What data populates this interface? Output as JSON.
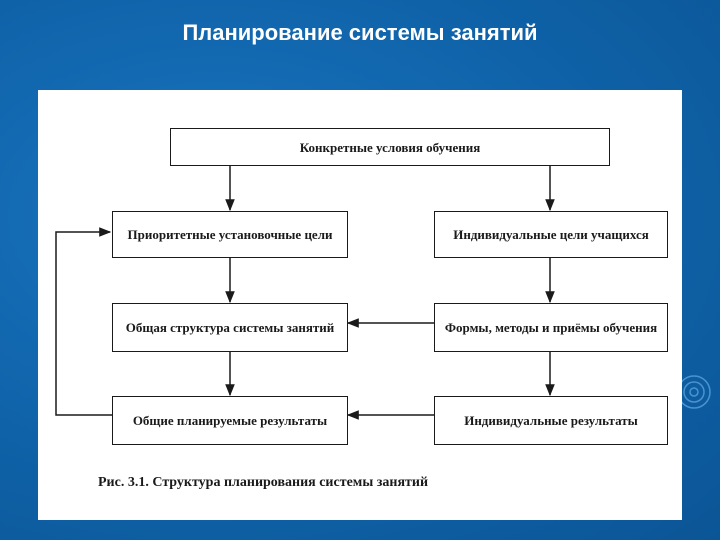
{
  "slide": {
    "title": "Планирование системы занятий"
  },
  "diagram": {
    "nodes": {
      "conditions": "Конкретные условия обучения",
      "priority_goals": "Приоритетные установочные цели",
      "individual_goals": "Индивидуальные цели учащихся",
      "general_structure": "Общая структура системы занятий",
      "forms_methods": "Формы, методы и приёмы обучения",
      "general_results": "Общие планируемые результаты",
      "individual_results": "Индивидуальные результаты"
    },
    "caption": "Рис. 3.1. Структура планирования системы занятий"
  },
  "colors": {
    "background": "#0f62a8",
    "panel": "#ffffff",
    "stroke": "#1a1a1a"
  }
}
